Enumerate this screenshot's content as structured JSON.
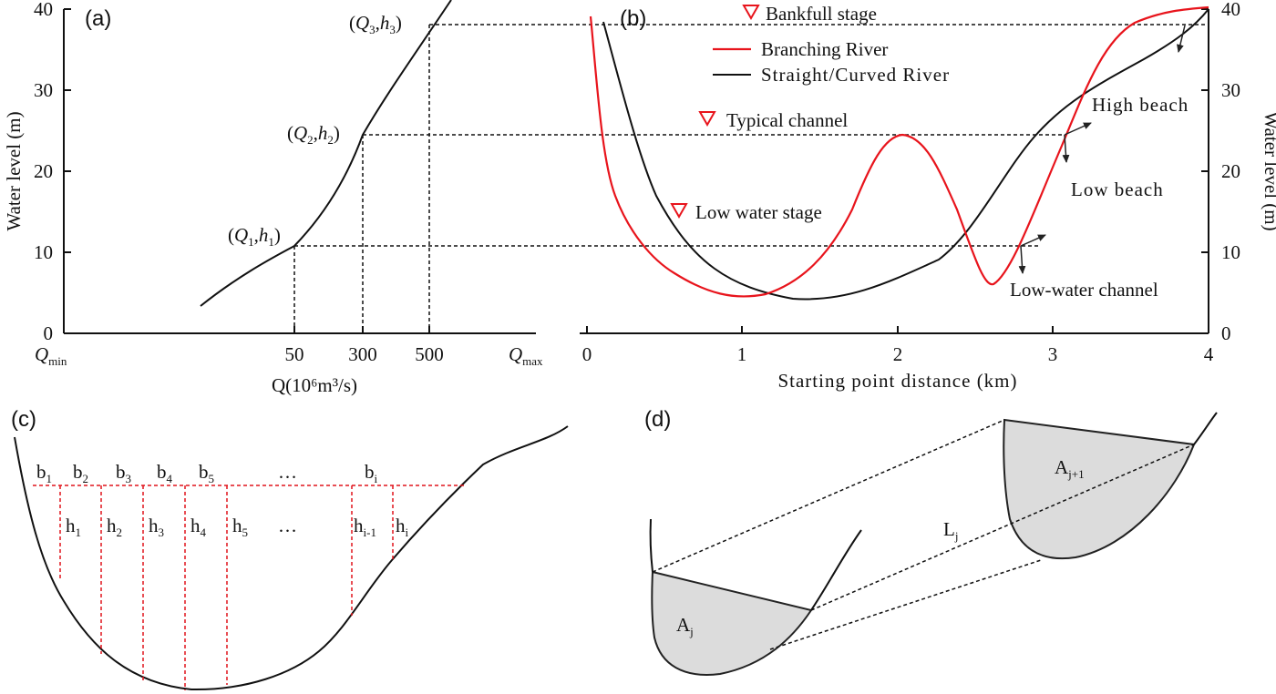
{
  "panel_a": {
    "label": "(a)",
    "ylabel": "Water level (m)",
    "yticks": [
      "0",
      "10",
      "20",
      "30",
      "40"
    ],
    "xlabel": "Q(10⁶m³/s)",
    "x_min_label": "Q",
    "x_min_sub": "min",
    "x_max_label": "Q",
    "x_max_sub": "max",
    "xticks": [
      "50",
      "300",
      "500"
    ],
    "points": [
      {
        "q": "Q",
        "qs": "1",
        "h": "h",
        "hs": "1"
      },
      {
        "q": "Q",
        "qs": "2",
        "h": "h",
        "hs": "2"
      },
      {
        "q": "Q",
        "qs": "3",
        "h": "h",
        "hs": "3"
      }
    ]
  },
  "panel_b": {
    "label": "(b)",
    "ylabel": "Water level (m)",
    "xlabel": "Starting point distance (km)",
    "xticks": [
      "0",
      "1",
      "2",
      "3",
      "4"
    ],
    "yticks": [
      "0",
      "10",
      "20",
      "30",
      "40"
    ],
    "stages": {
      "bankfull": "Bankfull stage",
      "typical": "Typical channel",
      "low_water": "Low water stage"
    },
    "legend": {
      "branching": "Branching River",
      "straight": "Straight/Curved River"
    },
    "annotations": {
      "high_beach": "High beach",
      "low_beach": "Low beach",
      "low_water_channel": "Low-water channel"
    },
    "colors": {
      "branching": "#e8141c",
      "straight": "#111111"
    }
  },
  "panel_c": {
    "label": "(c)",
    "widths": [
      {
        "b": "b",
        "s": "1"
      },
      {
        "b": "b",
        "s": "2"
      },
      {
        "b": "b",
        "s": "3"
      },
      {
        "b": "b",
        "s": "4"
      },
      {
        "b": "b",
        "s": "5"
      },
      {
        "b": "…",
        "s": ""
      },
      {
        "b": "b",
        "s": "i"
      }
    ],
    "depths": [
      {
        "h": "h",
        "s": "1"
      },
      {
        "h": "h",
        "s": "2"
      },
      {
        "h": "h",
        "s": "3"
      },
      {
        "h": "h",
        "s": "4"
      },
      {
        "h": "h",
        "s": "5"
      },
      {
        "h": "…",
        "s": ""
      },
      {
        "h": "h",
        "s": "i-1"
      },
      {
        "h": "h",
        "s": "i"
      }
    ]
  },
  "panel_d": {
    "label": "(d)",
    "area_j": {
      "a": "A",
      "s": "j"
    },
    "area_j1": {
      "a": "A",
      "s": "j+1"
    },
    "length": {
      "l": "L",
      "s": "j"
    }
  }
}
